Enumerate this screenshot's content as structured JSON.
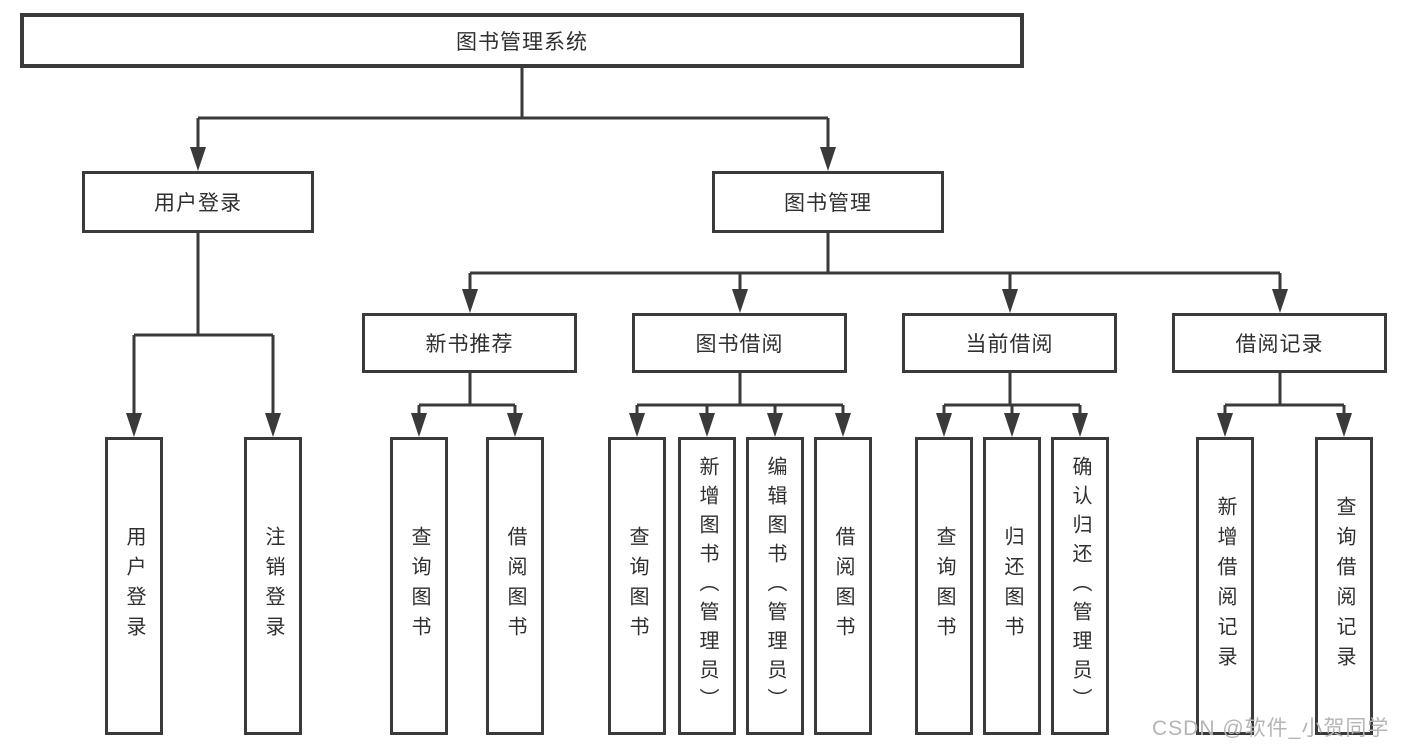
{
  "nodes": {
    "root": "图书管理系统",
    "login": "用户登录",
    "book_mgmt": "图书管理",
    "new_book_rec": "新书推荐",
    "book_borrow": "图书借阅",
    "current_borrow": "当前借阅",
    "borrow_record": "借阅记录",
    "leaf_user_login": "用户登录",
    "leaf_logout": "注销登录",
    "leaf_query_book_rec": "查询图书",
    "leaf_borrow_book_rec": "借阅图书",
    "leaf_query_book_borrow": "查询图书",
    "leaf_add_book_admin": "新增图书（管理员）",
    "leaf_edit_book_admin": "编辑图书（管理员）",
    "leaf_borrow_book_borrow": "借阅图书",
    "leaf_query_book_current": "查询图书",
    "leaf_return_book": "归还图书",
    "leaf_confirm_return_admin": "确认归还（管理员）",
    "leaf_add_borrow_record": "新增借阅记录",
    "leaf_query_borrow_record": "查询借阅记录"
  },
  "hierarchy": {
    "图书管理系统": [
      "用户登录",
      "图书管理"
    ],
    "用户登录": [
      "用户登录",
      "注销登录"
    ],
    "图书管理": [
      "新书推荐",
      "图书借阅",
      "当前借阅",
      "借阅记录"
    ],
    "新书推荐": [
      "查询图书",
      "借阅图书"
    ],
    "图书借阅": [
      "查询图书",
      "新增图书（管理员）",
      "编辑图书（管理员）",
      "借阅图书"
    ],
    "当前借阅": [
      "查询图书",
      "归还图书",
      "确认归还（管理员）"
    ],
    "借阅记录": [
      "新增借阅记录",
      "查询借阅记录"
    ]
  },
  "watermark": "CSDN @软件_小贺同学",
  "colors": {
    "line": "#3a3a3a",
    "text": "#2f2f2f",
    "watermark": "#b5b5b5",
    "background": "#ffffff"
  }
}
